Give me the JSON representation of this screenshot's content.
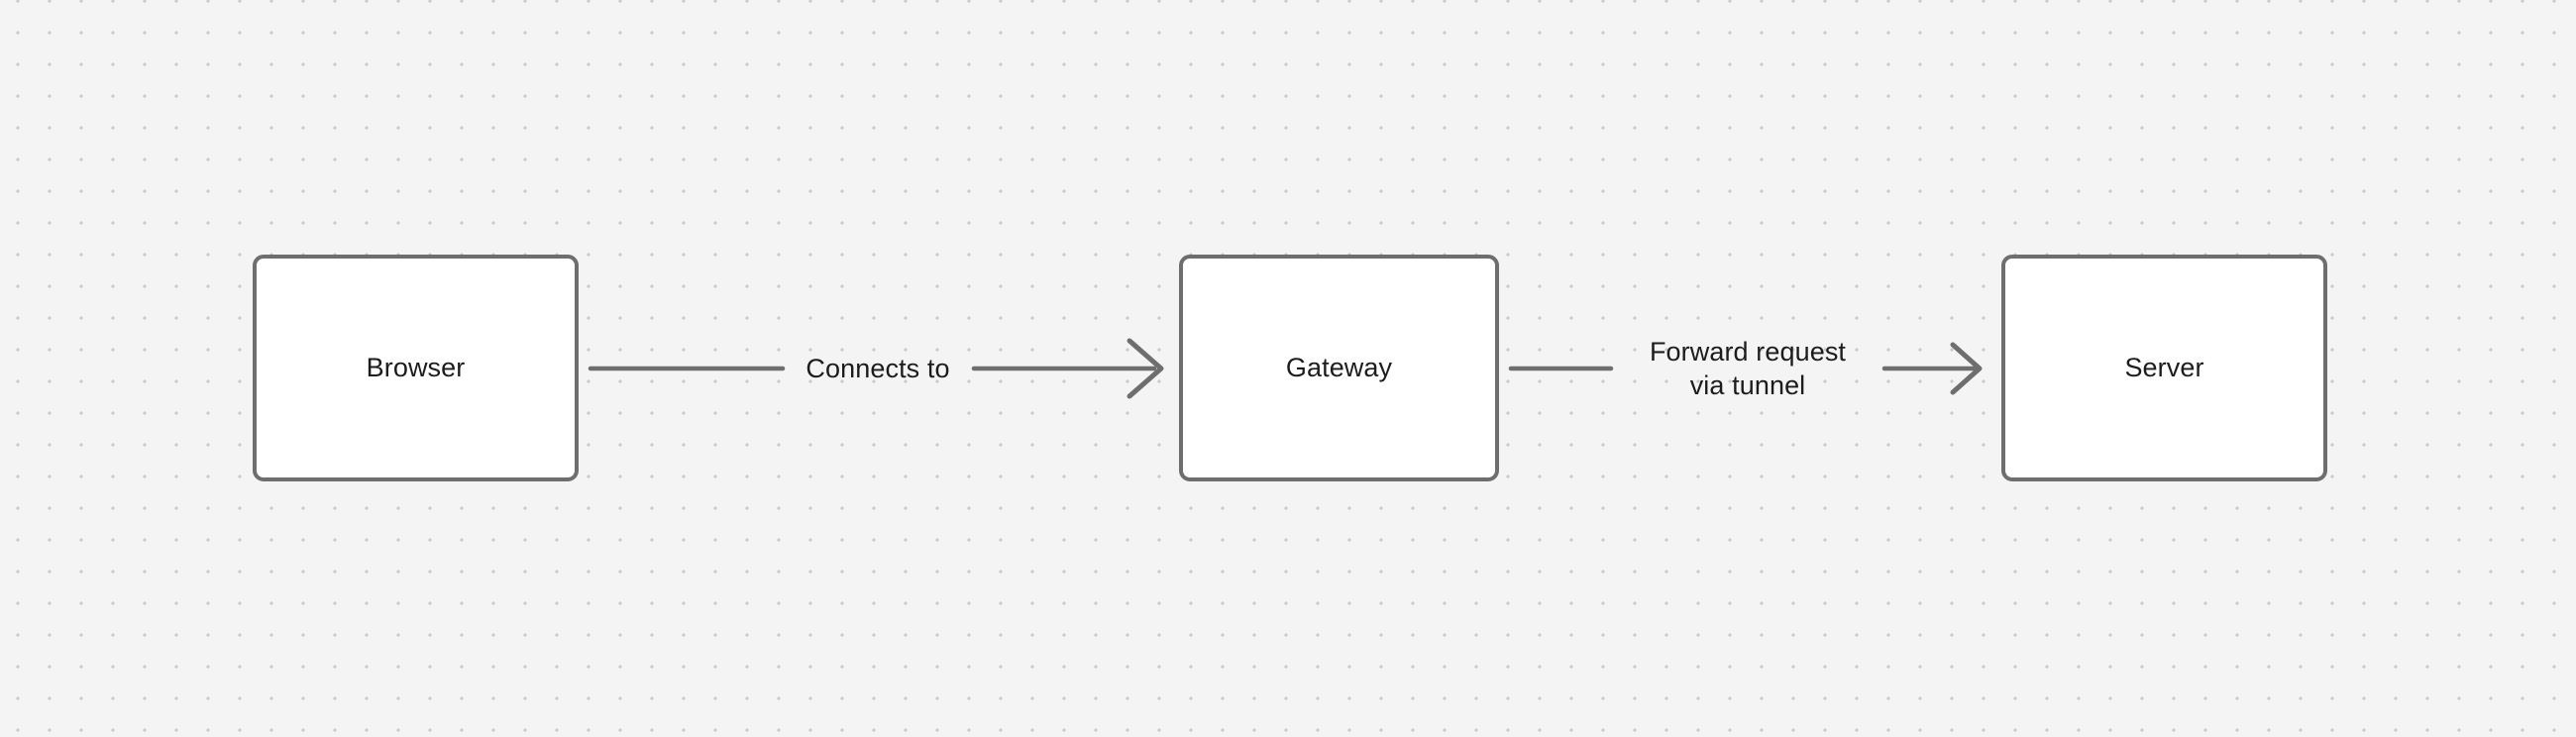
{
  "canvas": {
    "background_color": "#f4f4f4",
    "grid_dot_color": "#c9c9c9",
    "grid_spacing": 32
  },
  "theme": {
    "node_fill": "#ffffff",
    "node_border": "#6e6e6e",
    "edge_stroke": "#6e6e6e",
    "text_color": "#1c1c1c"
  },
  "diagram": {
    "type": "flowchart",
    "direction": "left-to-right",
    "nodes": [
      {
        "id": "browser",
        "label": "Browser",
        "shape": "rounded-rectangle"
      },
      {
        "id": "gateway",
        "label": "Gateway",
        "shape": "rounded-rectangle"
      },
      {
        "id": "server",
        "label": "Server",
        "shape": "rounded-rectangle"
      }
    ],
    "edges": [
      {
        "id": "browser-to-gateway",
        "from": "browser",
        "to": "gateway",
        "label": "Connects to",
        "label_lines": [
          "Connects to"
        ],
        "arrowhead": "open-chevron"
      },
      {
        "id": "gateway-to-server",
        "from": "gateway",
        "to": "server",
        "label": "Forward request via tunnel",
        "label_lines": [
          "Forward request",
          "via tunnel"
        ],
        "arrowhead": "open-chevron"
      }
    ]
  }
}
